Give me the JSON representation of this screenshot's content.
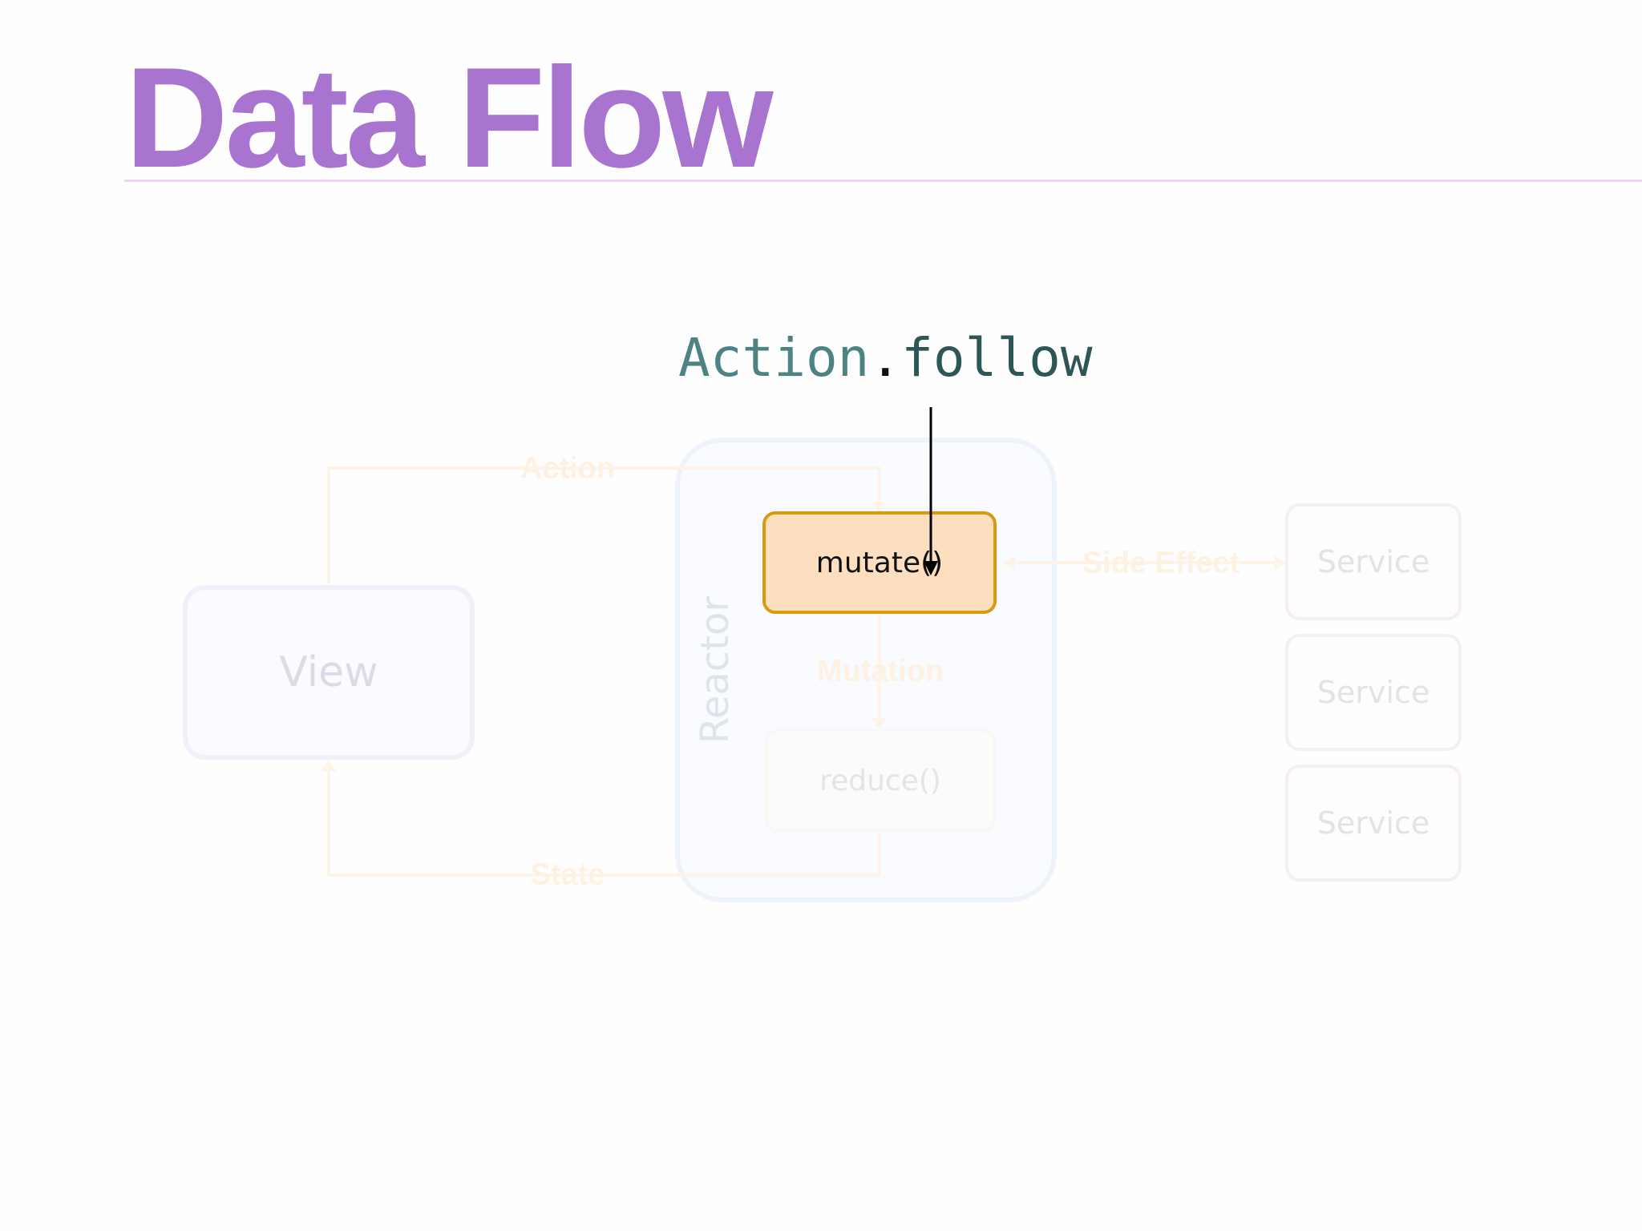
{
  "slide": {
    "title": "Data Flow",
    "action_label": {
      "type_name": "Action",
      "dot": ".",
      "case_name": "follow"
    }
  },
  "diagram": {
    "view_label": "View",
    "reactor_label": "Reactor",
    "mutate_label": "mutate()",
    "reduce_label": "reduce()",
    "services": [
      "Service",
      "Service",
      "Service"
    ],
    "edge_labels": {
      "action": "Action",
      "mutation": "Mutation",
      "state": "State",
      "side_effect": "Side Effect"
    }
  },
  "colors": {
    "title": "#a874d0",
    "title_rule": "#efd2f4",
    "mutate_fill": "#fddfc0",
    "mutate_border": "#d79b12",
    "action_type_text": "#4e8384",
    "action_case_text": "#2d5657",
    "faded_arrow": "#fdf3e6"
  }
}
